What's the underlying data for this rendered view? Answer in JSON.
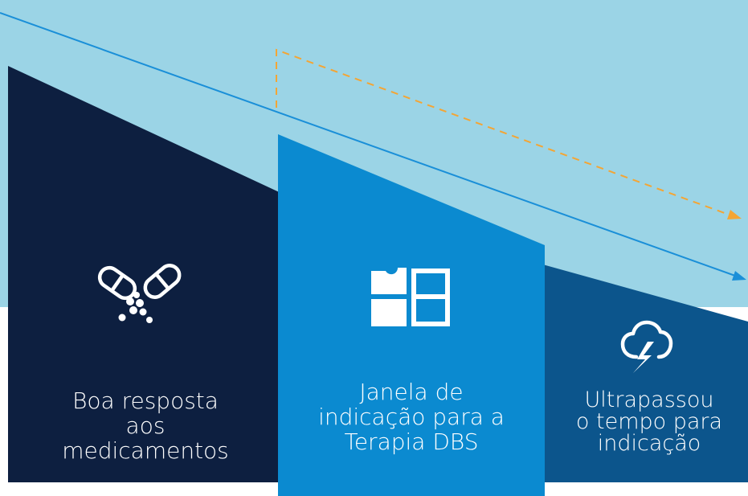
{
  "stages": [
    {
      "label": "Boa resposta\naos\nmedicamentos",
      "icon": "medication-capsules-icon",
      "color": "#0d1f40"
    },
    {
      "label": "Janela de\nindicação para a\nTerapia DBS",
      "icon": "window-icon",
      "color": "#0b8ad0"
    },
    {
      "label": "Ultrapassou\no tempo para\nindicação",
      "icon": "storm-cloud-icon",
      "color": "#0c558c"
    }
  ],
  "colors": {
    "background_band": "#9bd4e6",
    "trend_line": "#1a8fd8",
    "dashed_line": "#f4a534"
  }
}
